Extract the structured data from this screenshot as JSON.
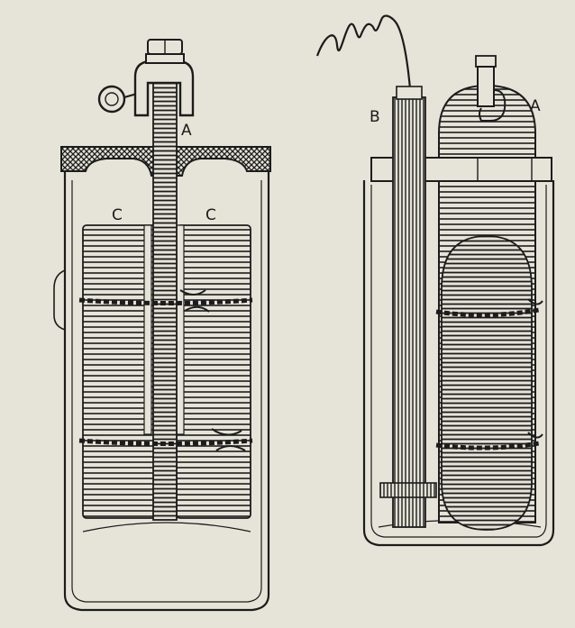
{
  "labels": {
    "left_zinc_rod": "A",
    "left_carbon_1": "C",
    "left_carbon_2": "C",
    "right_rod": "B",
    "right_cylinder": "A"
  },
  "colors": {
    "paper": "#e6e4d8",
    "ink": "#1c1c1c"
  },
  "icons": {
    "left": "leclanche-cell-illustration",
    "right": "porous-pot-cell-illustration"
  }
}
